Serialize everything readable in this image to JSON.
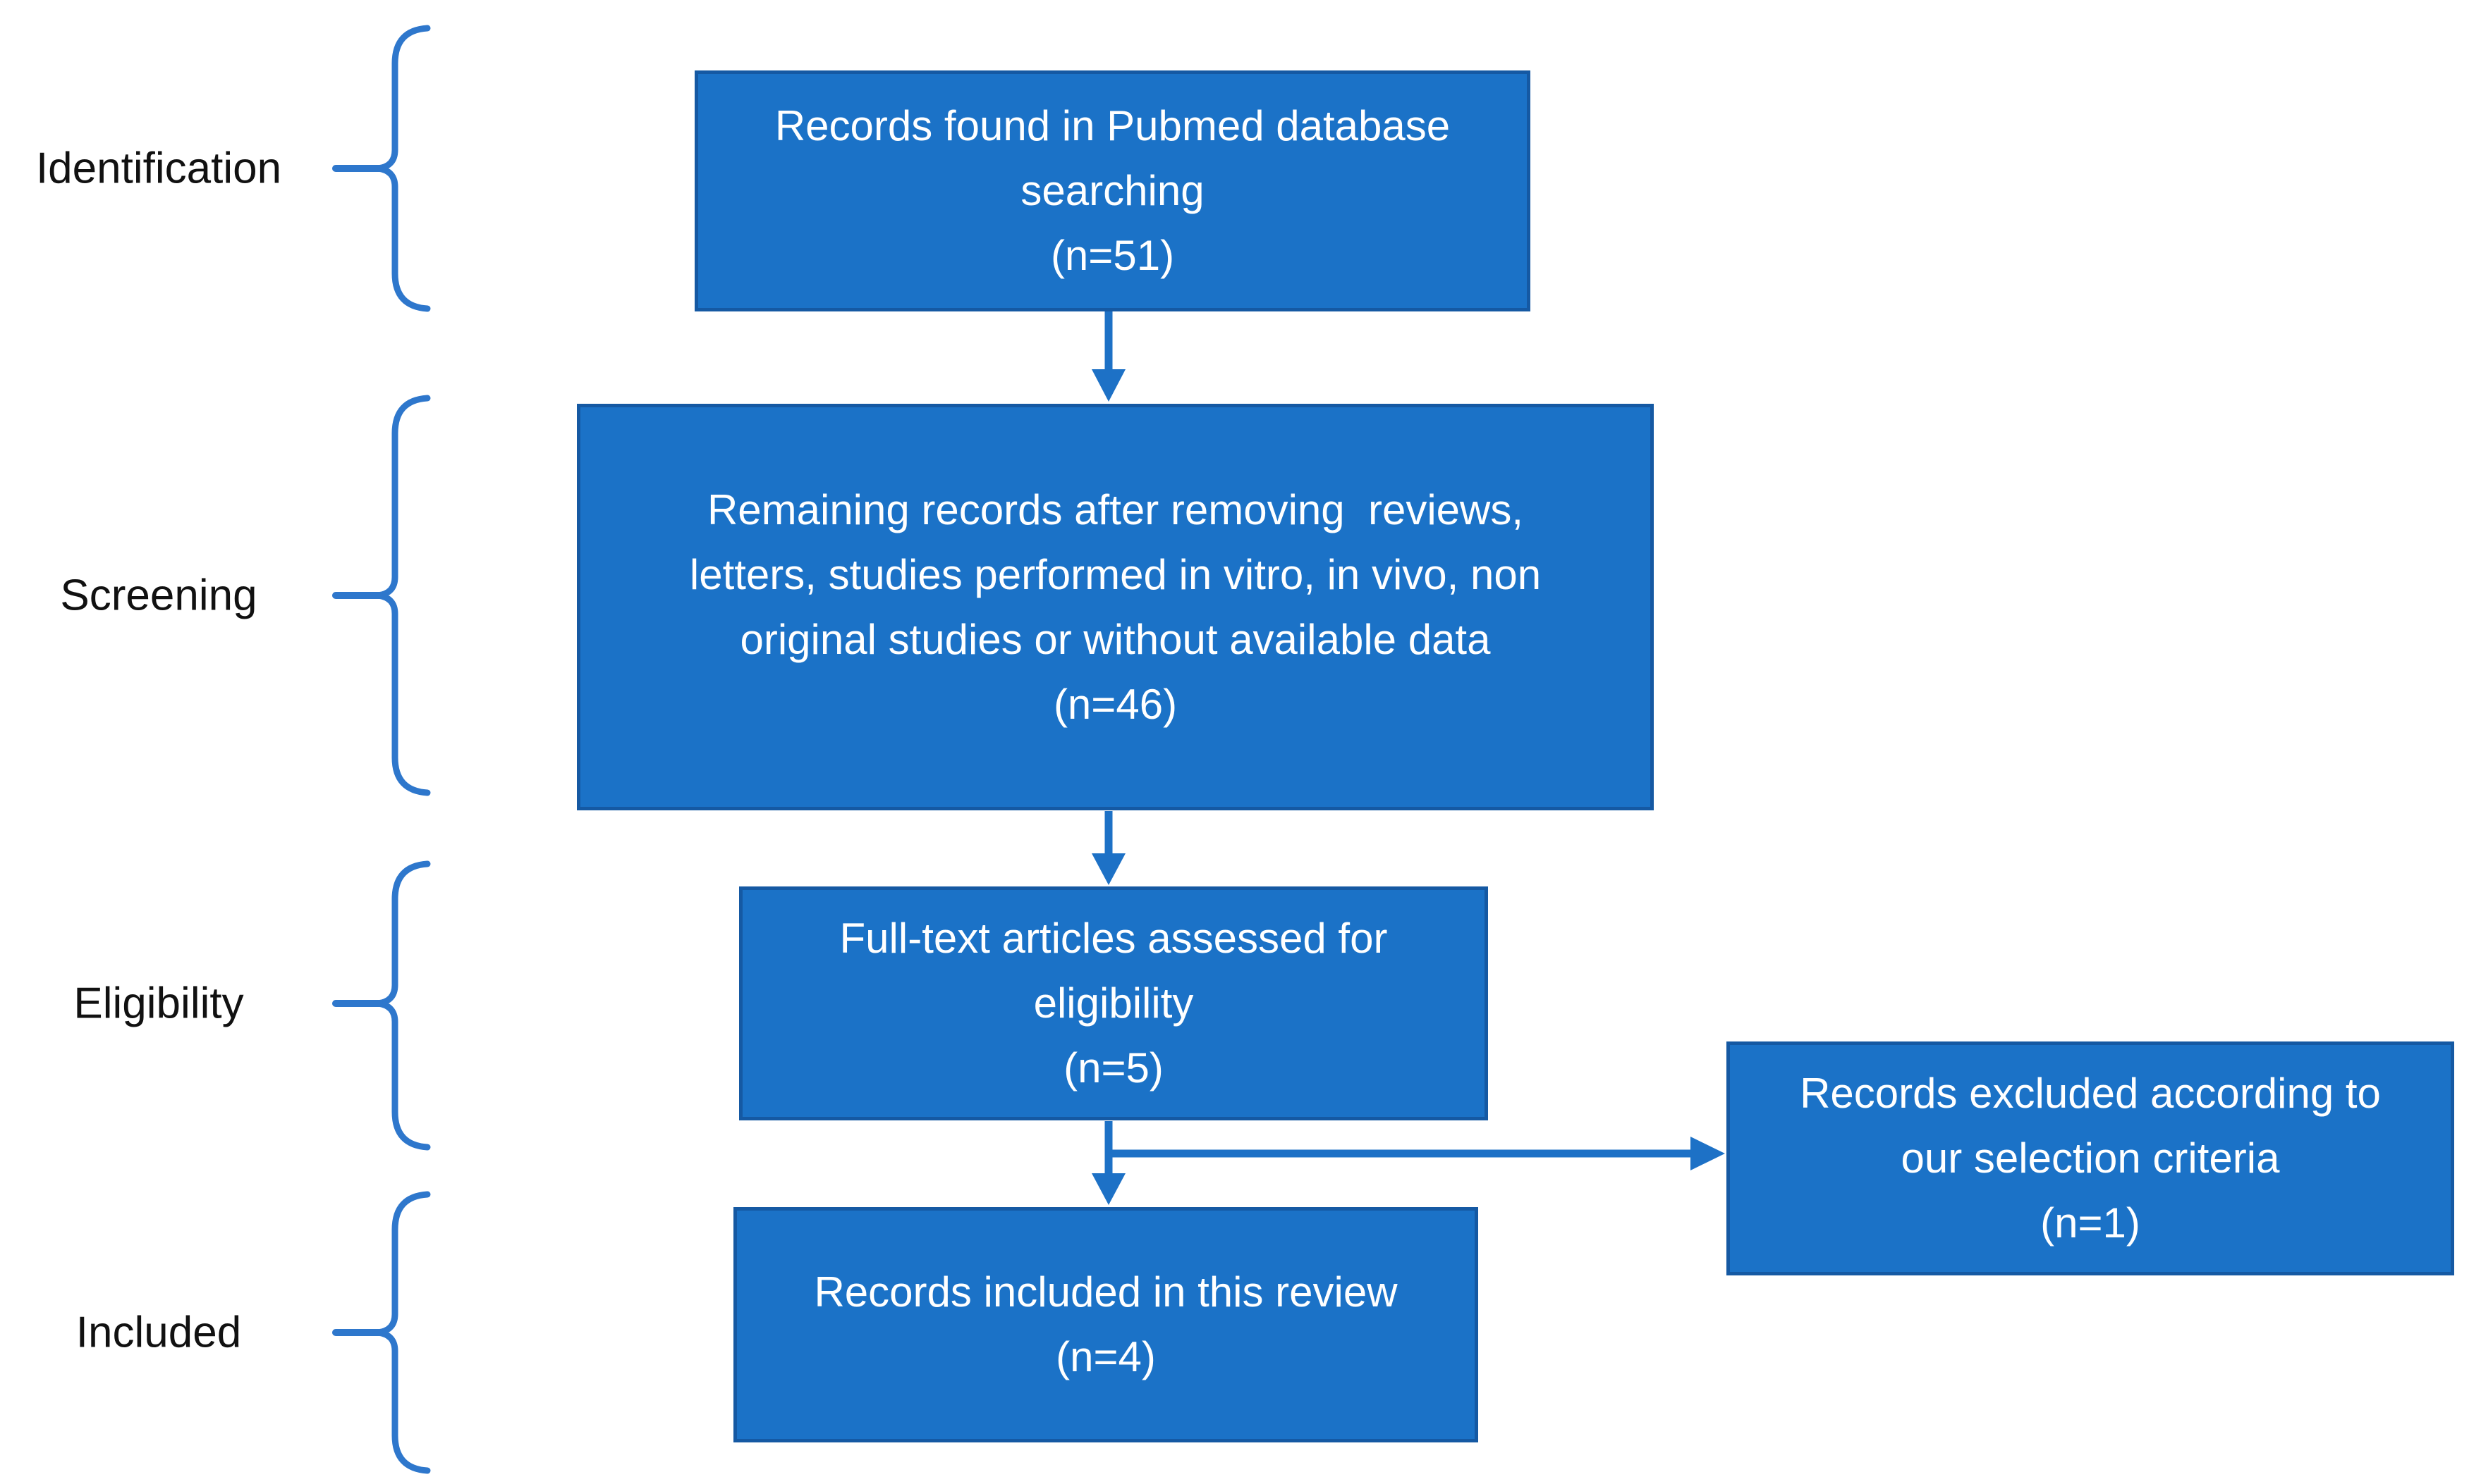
{
  "diagram_type": "study-selection-flow",
  "colors": {
    "box_fill": "#1B72C7",
    "box_border": "#1559A3",
    "box_text": "#FFFFFF",
    "line": "#1D71C6",
    "brace": "#2E77CC",
    "label_text": "#111111"
  },
  "stage_labels": {
    "identification": "Identification",
    "screening": "Screening",
    "eligibility": "Eligibility",
    "included": "Included"
  },
  "boxes": {
    "records_found": {
      "lines": [
        "Records found in Pubmed database",
        "searching",
        "(n=51)"
      ],
      "n": 51
    },
    "records_remaining": {
      "lines": [
        "Remaining records after removing  reviews,",
        "letters, studies performed in vitro, in vivo, non",
        "original studies or without available data",
        "(n=46)"
      ],
      "n": 46
    },
    "fulltext_assessed": {
      "lines": [
        "Full-text articles assessed for",
        "eligibility",
        "(n=5)"
      ],
      "n": 5
    },
    "records_included": {
      "lines": [
        "Records included in this review",
        "(n=4)"
      ],
      "n": 4
    },
    "records_excluded": {
      "lines": [
        "Records excluded according to",
        "our selection criteria",
        "(n=1)"
      ],
      "n": 1
    }
  }
}
